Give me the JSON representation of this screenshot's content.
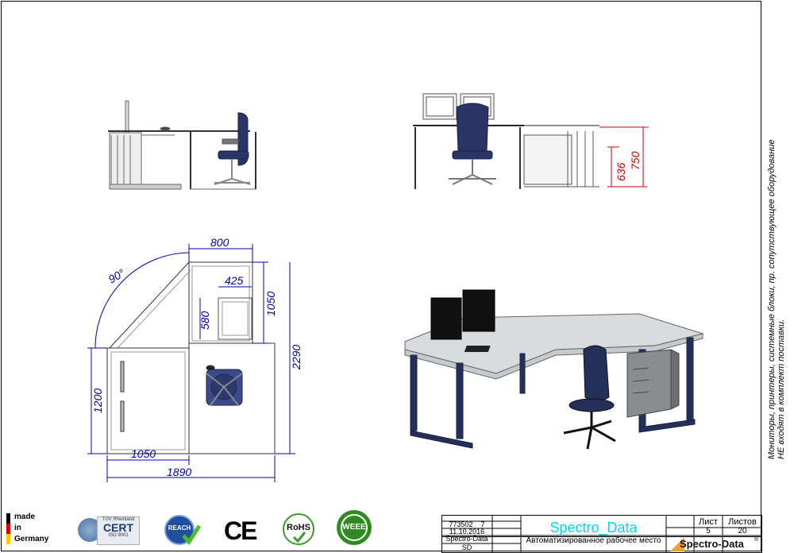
{
  "side_view_dims": {
    "height_636": "636",
    "height_750": "750"
  },
  "plan_dims": {
    "angle": "90°",
    "width_800": "800",
    "width_425": "425",
    "height_580": "580",
    "height_1050_right": "1050",
    "height_2290": "2290",
    "height_1200": "1200",
    "width_1050_bottom": "1050",
    "width_1890": "1890"
  },
  "side_note": {
    "line1": "Мониторы, принтеры, системные блоки, пр. сопутствующее оборудование",
    "line2": "НЕ входят в комплект поставки."
  },
  "badges": {
    "made_in_germany": [
      "made",
      "in",
      "Germany"
    ],
    "cert_top": "TÜV Rheinland",
    "cert_main": "CERT",
    "cert_sub": "ISO 9001",
    "reach": "REACH",
    "ce": "CE",
    "rohs": "RoHS",
    "weee": "WEEE"
  },
  "title_block": {
    "doc_number": "773502__7",
    "date": "11.10.2016",
    "company_small": "Spectro-Data",
    "code": "SD",
    "brand": "Spectro_Data",
    "description": "Автоматизированное рабочее место",
    "sheet_label": "Лист",
    "sheets_label": "Листов",
    "sheet_value": "5",
    "sheets_value": "20",
    "logo": "Spectro-Data",
    "logo_reg": "®"
  },
  "colors": {
    "dimension": "#cc0000",
    "plan_dimension": "#0000aa",
    "brand": "#00d7e8",
    "desk_frame": "#22305a",
    "desk_top": "#d9dcde"
  }
}
